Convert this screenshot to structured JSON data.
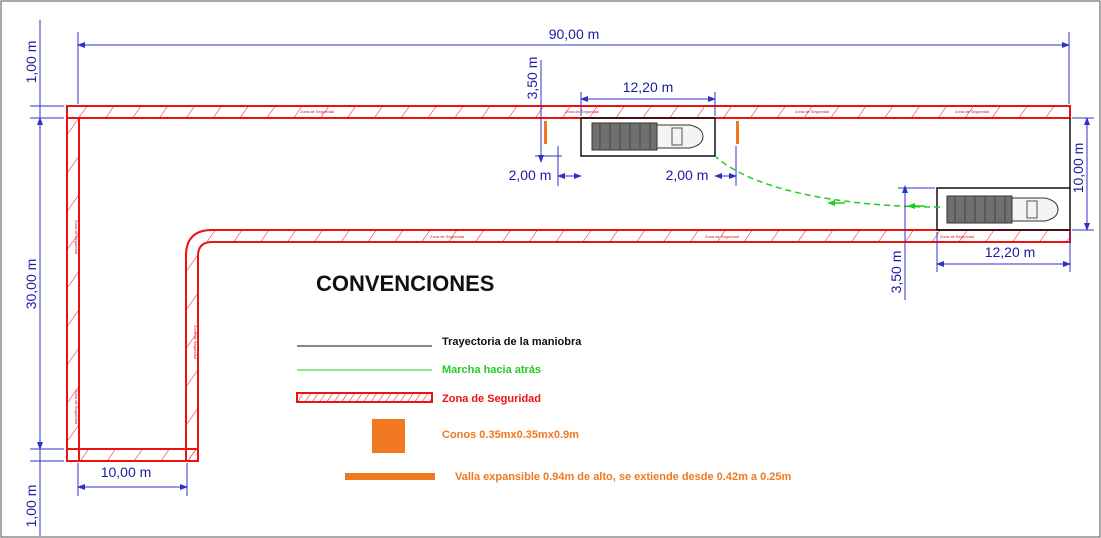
{
  "dimensions": {
    "total_length": "90,00 m",
    "top_margin": "1,00 m",
    "bottom_margin": "1,00 m",
    "left_height": "30,00 m",
    "bottom_width": "10,00 m",
    "bay_length": "12,20 m",
    "bay_depth": "3,50 m",
    "gap_left": "2,00 m",
    "gap_right": "2,00 m",
    "corridor_width": "10,00 m",
    "start_length": "12,20 m",
    "start_depth": "3,50 m"
  },
  "zone_label": "Zona de Seguridad",
  "legend": {
    "title": "CONVENCIONES",
    "items": [
      {
        "label": "Trayectoria de la maniobra",
        "color": "#111111"
      },
      {
        "label": "Marcha hacia atrás",
        "color": "#22cc22"
      },
      {
        "label": "Zona de Seguridad",
        "color": "#ee1111"
      },
      {
        "label": "Conos 0.35mx0.35mx0.9m",
        "color": "#f07820"
      },
      {
        "label": "Valla expansible 0.94m de alto, se extiende desde 0.42m a 0.25m",
        "color": "#f07820"
      }
    ]
  },
  "colors": {
    "zone_red": "#ee1111",
    "dimension_blue": "#1a1aa6",
    "cone_orange": "#f07820",
    "reverse_green": "#22cc22"
  }
}
